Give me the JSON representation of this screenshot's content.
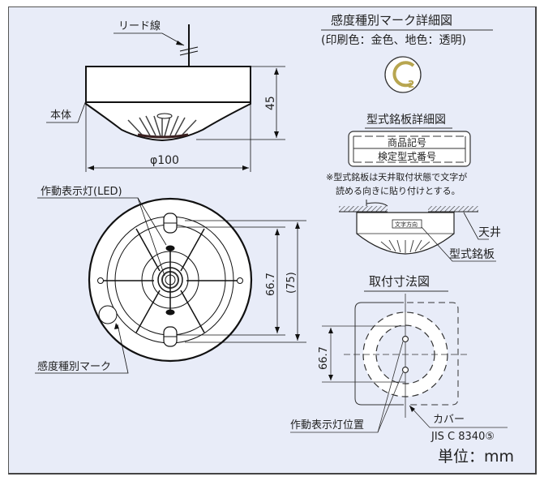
{
  "side_view": {
    "lead_wire_label": "リード線",
    "body_label": "本体",
    "height_dim": "45",
    "diameter_dim": "φ100"
  },
  "top_view": {
    "led_label": "作動表示灯(LED)",
    "sensitivity_mark_label": "感度種別マーク",
    "inner_dim": "66.7",
    "outer_dim": "(75)"
  },
  "mark_detail": {
    "title": "感度種別マーク詳細図",
    "subtitle": "(印刷色：金色、地色：透明)",
    "mark_number": "2",
    "mark_color": "#b8a650"
  },
  "nameplate_detail": {
    "title": "型式銘板詳細図",
    "row1": "商品記号",
    "row2": "検定型式番号",
    "note_line1": "※型式銘板は天井取付状態で文字が",
    "note_line2": "読める向きに貼り付けとする。",
    "direction_text": "文字方向",
    "ceiling_label": "天井",
    "nameplate_label": "型式銘板"
  },
  "mounting": {
    "title": "取付寸法図",
    "dim": "66.7",
    "led_position_label": "作動表示灯位置",
    "cover_label": "カバー",
    "cover_standard": "JIS C 8340⑤"
  },
  "unit_label": "単位：mm"
}
